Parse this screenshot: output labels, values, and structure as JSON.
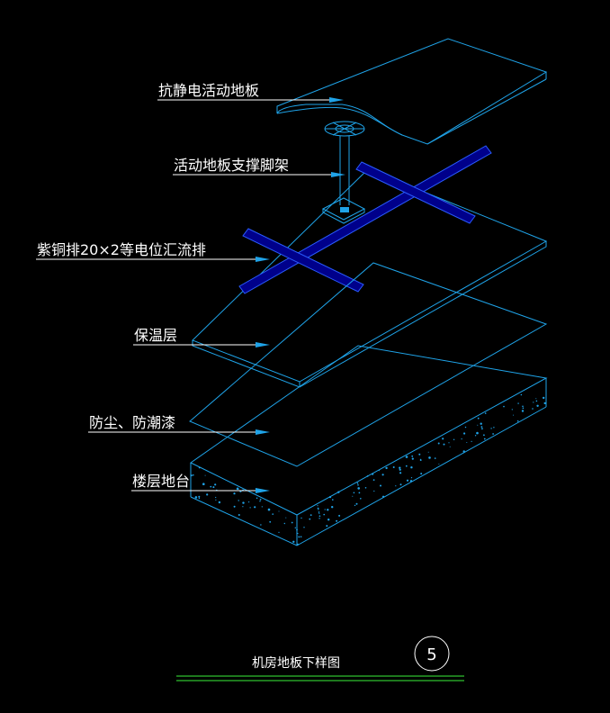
{
  "labels": {
    "floor_panel": "抗静电活动地板",
    "support": "活动地板支撑脚架",
    "copper_bus": "紫铜排20×2等电位汇流排",
    "insulation": "保温层",
    "dustproof": "防尘、防潮漆",
    "slab": "楼层地台"
  },
  "title": {
    "text": "机房地板下样图",
    "number": "5"
  },
  "colors": {
    "line": "#1fa3e8",
    "bus_fill": "#00008b",
    "bus_edge": "#2a5cff",
    "underline": "#2fbf2f",
    "text": "#ffffff",
    "background": "#000000"
  }
}
